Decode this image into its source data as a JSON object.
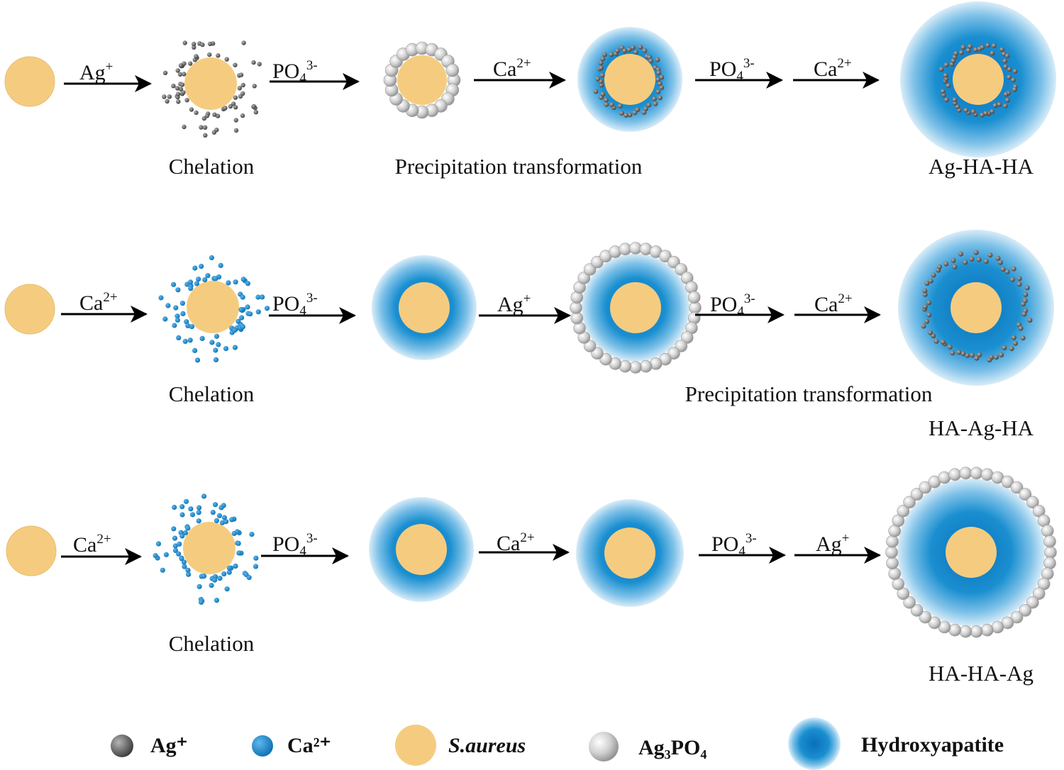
{
  "ions": {
    "ag": {
      "base": "Ag",
      "sup": "+"
    },
    "ca": {
      "base": "Ca",
      "sup": "2+"
    },
    "po4": {
      "base": "PO",
      "sub": "4",
      "sup": "3-"
    }
  },
  "rows": [
    {
      "arrow_ions": [
        "ag",
        "po4",
        "ca",
        "po4",
        "ca"
      ],
      "step_labels": [
        "Chelation",
        "Precipitation transformation"
      ],
      "product": "Ag-HA-HA"
    },
    {
      "arrow_ions": [
        "ca",
        "po4",
        "ag",
        "po4",
        "ca"
      ],
      "step_labels": [
        "Chelation",
        "Precipitation transformation"
      ],
      "product": "HA-Ag-HA"
    },
    {
      "arrow_ions": [
        "ca",
        "po4",
        "ca",
        "po4",
        "ag"
      ],
      "step_labels": [
        "Chelation"
      ],
      "product": "HA-HA-Ag"
    }
  ],
  "legend": [
    {
      "label": "Ag⁺",
      "style": "normal"
    },
    {
      "label": "Ca²⁺",
      "style": "normal"
    },
    {
      "label": "S.aureus",
      "style": "italic"
    },
    {
      "label": "Ag₃PO₄",
      "style": "normal"
    },
    {
      "label": "Hydroxyapatite",
      "style": "normal"
    }
  ],
  "colors": {
    "bacterium": "#f5cc7f",
    "hydroxyapatite": "#1a8fd0",
    "calcium": "#1f8fd2",
    "silver_ion": "#7a7a7a",
    "silver_phosphate": "#d6d6d6"
  }
}
